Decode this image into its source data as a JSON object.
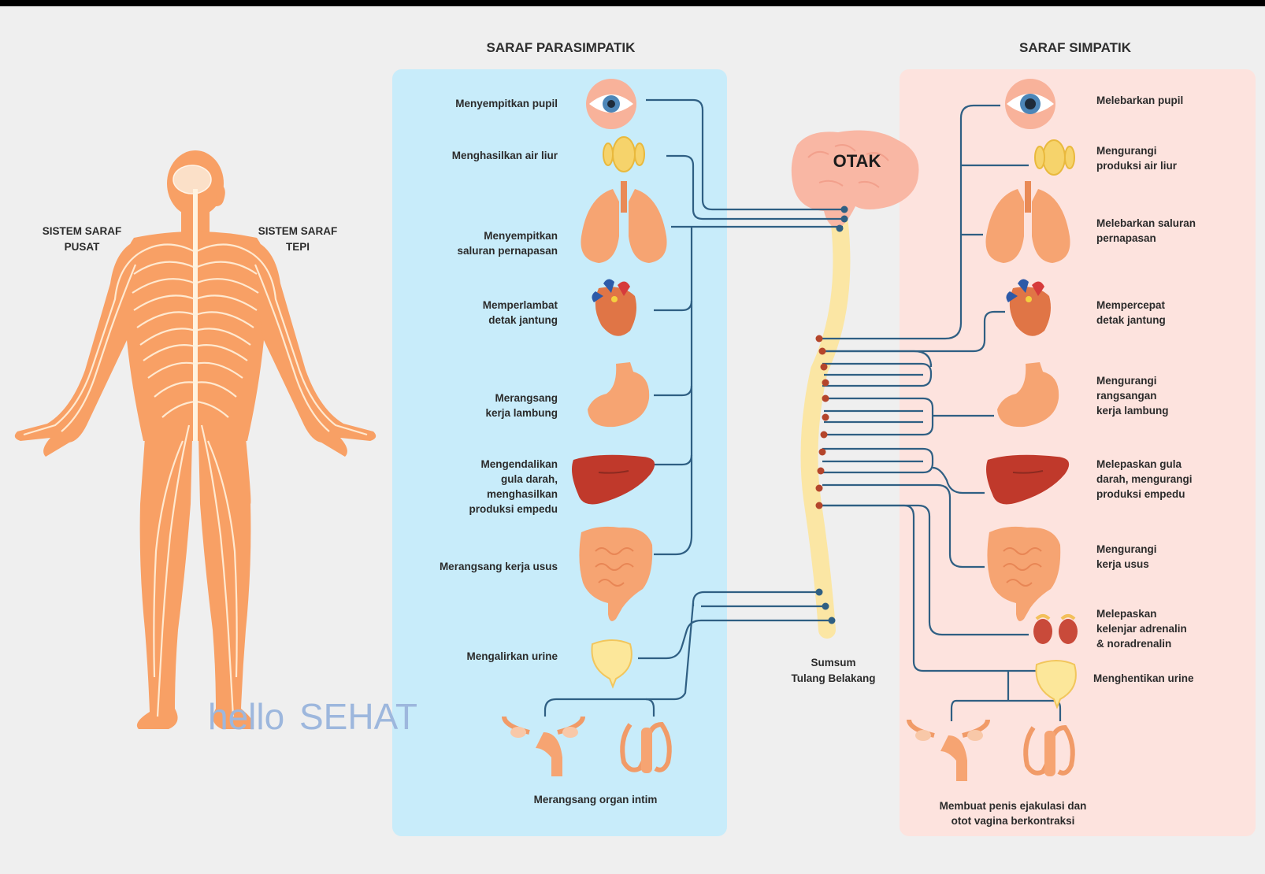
{
  "headers": {
    "parasympathetic": "SARAF PARASIMPATIK",
    "sympathetic": "SARAF SIMPATIK"
  },
  "body_labels": {
    "central_line1": "SISTEM SARAF",
    "central_line2": "PUSAT",
    "peripheral_line1": "SISTEM SARAF",
    "peripheral_line2": "TEPI"
  },
  "brain_label": "OTAK",
  "spinal_cord_label": [
    "Sumsum",
    "Tulang Belakang"
  ],
  "parasympathetic_effects": [
    {
      "id": "pupil",
      "lines": [
        "Menyempitkan pupil"
      ]
    },
    {
      "id": "saliva",
      "lines": [
        "Menghasilkan air liur"
      ]
    },
    {
      "id": "airway",
      "lines": [
        "Menyempitkan",
        "saluran pernapasan"
      ]
    },
    {
      "id": "heart",
      "lines": [
        "Memperlambat",
        "detak jantung"
      ]
    },
    {
      "id": "stomach",
      "lines": [
        "Merangsang",
        "kerja lambung"
      ]
    },
    {
      "id": "liver",
      "lines": [
        "Mengendalikan",
        "gula darah,",
        "menghasilkan",
        "produksi empedu"
      ]
    },
    {
      "id": "intestine",
      "lines": [
        "Merangsang kerja usus"
      ]
    },
    {
      "id": "bladder",
      "lines": [
        "Mengalirkan urine"
      ]
    },
    {
      "id": "genitals",
      "lines": [
        "Merangsang organ intim"
      ]
    }
  ],
  "sympathetic_effects": [
    {
      "id": "pupil",
      "lines": [
        "Melebarkan pupil"
      ]
    },
    {
      "id": "saliva",
      "lines": [
        "Mengurangi",
        "produksi air liur"
      ]
    },
    {
      "id": "airway",
      "lines": [
        "Melebarkan saluran",
        "pernapasan"
      ]
    },
    {
      "id": "heart",
      "lines": [
        "Mempercepat",
        "detak jantung"
      ]
    },
    {
      "id": "stomach",
      "lines": [
        "Mengurangi",
        "rangsangan",
        "kerja lambung"
      ]
    },
    {
      "id": "liver",
      "lines": [
        "Melepaskan gula",
        "darah, mengurangi",
        "produksi empedu"
      ]
    },
    {
      "id": "intestine",
      "lines": [
        "Mengurangi",
        "kerja usus"
      ]
    },
    {
      "id": "adrenal",
      "lines": [
        "Melepaskan",
        "kelenjar adrenalin",
        "& noradrenalin"
      ]
    },
    {
      "id": "bladder",
      "lines": [
        "Menghentikan urine"
      ]
    },
    {
      "id": "genitals",
      "lines": [
        "Membuat penis ejakulasi dan",
        "otot vagina berkontraksi"
      ]
    }
  ],
  "logo": {
    "part1": "hello",
    "part2": "SEHAT"
  },
  "colors": {
    "parasympathetic_panel": "#c8ecfa",
    "sympathetic_panel": "#fde3de",
    "nerve_line": "#2f5f83",
    "body": "#f8a065"
  }
}
